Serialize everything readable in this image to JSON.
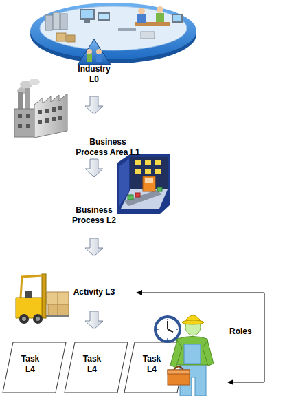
{
  "diagram": {
    "nodes": [
      {
        "text": [
          "Industry L0"
        ]
      },
      {
        "text": [
          "Business Process Area L1"
        ]
      },
      {
        "text": [
          "Business Process L2"
        ]
      },
      {
        "text": [
          "Activity L3"
        ]
      },
      {
        "text": [
          "Task L4"
        ]
      },
      {
        "text": [
          "Task L4"
        ]
      },
      {
        "text": [
          "Task L4"
        ]
      }
    ],
    "edges": [
      {
        "from": 0,
        "to": 1,
        "arrow": "to"
      },
      {
        "from": 1,
        "to": 2,
        "arrow": "to"
      },
      {
        "from": 2,
        "to": 3,
        "arrow": "to"
      },
      {
        "from": 3,
        "to": 5,
        "arrow": "to"
      }
    ],
    "labels": [
      "Roles"
    ]
  }
}
